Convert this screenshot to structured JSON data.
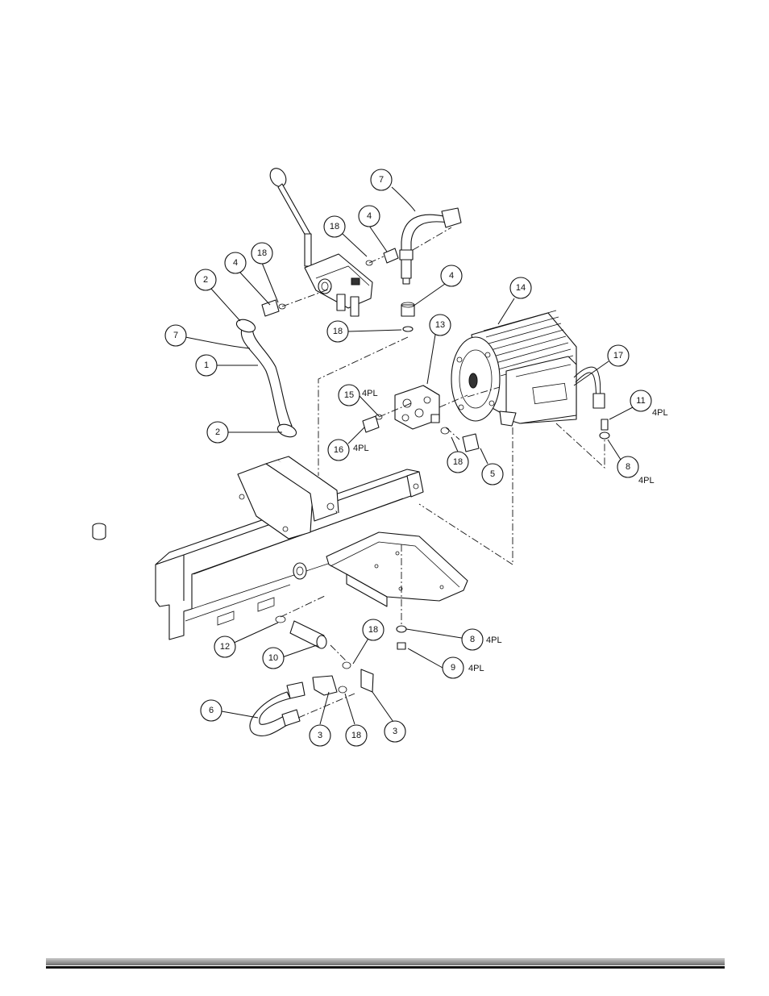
{
  "diagram": {
    "type": "exploded parts view",
    "callouts": [
      {
        "id": "c7a",
        "label": "7"
      },
      {
        "id": "c18a",
        "label": "18"
      },
      {
        "id": "c4a",
        "label": "4"
      },
      {
        "id": "c4b",
        "label": "4"
      },
      {
        "id": "c18b",
        "label": "18"
      },
      {
        "id": "c2a",
        "label": "2"
      },
      {
        "id": "c7b",
        "label": "7"
      },
      {
        "id": "c1",
        "label": "1"
      },
      {
        "id": "c4c",
        "label": "4"
      },
      {
        "id": "c18c",
        "label": "18"
      },
      {
        "id": "c14",
        "label": "14"
      },
      {
        "id": "c13",
        "label": "13"
      },
      {
        "id": "c17",
        "label": "17"
      },
      {
        "id": "c15",
        "label": "15"
      },
      {
        "id": "c11",
        "label": "11"
      },
      {
        "id": "c16",
        "label": "16"
      },
      {
        "id": "c2b",
        "label": "2"
      },
      {
        "id": "c18d",
        "label": "18"
      },
      {
        "id": "c5",
        "label": "5"
      },
      {
        "id": "c8a",
        "label": "8"
      },
      {
        "id": "c18e",
        "label": "18"
      },
      {
        "id": "c8b",
        "label": "8"
      },
      {
        "id": "c12",
        "label": "12"
      },
      {
        "id": "c10",
        "label": "10"
      },
      {
        "id": "c9",
        "label": "9"
      },
      {
        "id": "c6",
        "label": "6"
      },
      {
        "id": "c3a",
        "label": "3"
      },
      {
        "id": "c18f",
        "label": "18"
      },
      {
        "id": "c3b",
        "label": "3"
      }
    ],
    "notes": [
      {
        "id": "n15",
        "text": "4PL"
      },
      {
        "id": "n16",
        "text": "4PL"
      },
      {
        "id": "n11",
        "text": "4PL"
      },
      {
        "id": "n8a",
        "text": "4PL"
      },
      {
        "id": "n8b",
        "text": "4PL"
      },
      {
        "id": "n9",
        "text": "4PL"
      }
    ]
  }
}
